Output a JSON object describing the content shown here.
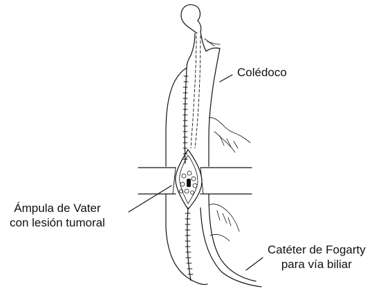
{
  "labels": {
    "coledoco": "Colédoco",
    "ampula_line1": "Ámpula de Vater",
    "ampula_line2": "con lesión tumoral",
    "cateter_line1": "Catéter de Fogarty",
    "cateter_line2": "para vía biliar"
  },
  "colors": {
    "ink": "#111111",
    "background": "#ffffff"
  }
}
